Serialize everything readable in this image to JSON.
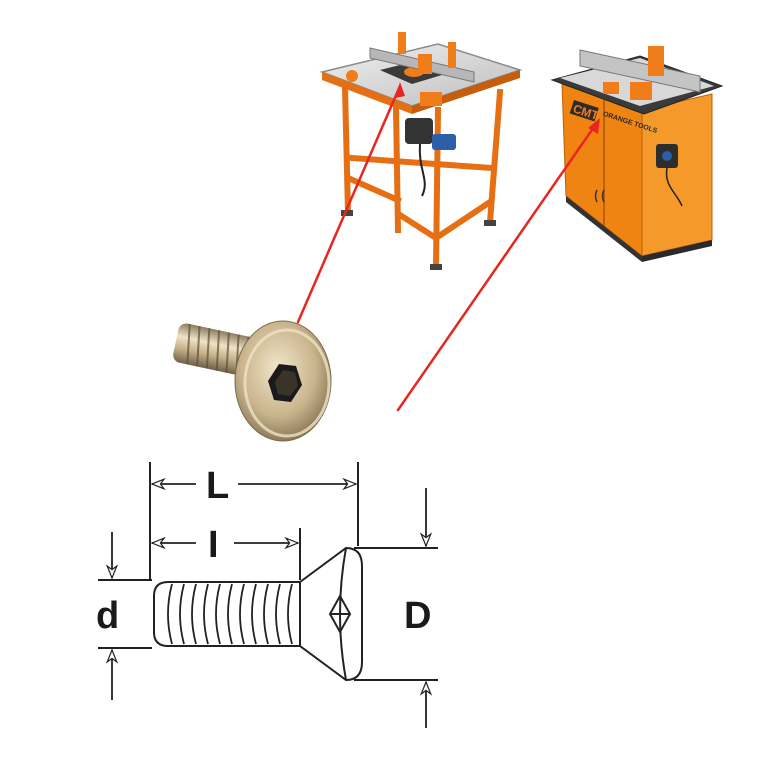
{
  "dimensions": {
    "L": "L",
    "I": "I",
    "d": "d",
    "D": "D"
  },
  "icons": {
    "router_table_open": "router-table-stand-icon",
    "router_table_cabinet": "router-table-cabinet-icon",
    "screw_photo": "countersunk-hex-screw-icon",
    "screw_drawing": "screw-technical-drawing"
  },
  "cabinet_branding": {
    "brand": "CMT",
    "line": "ORANGE TOOLS"
  },
  "colors": {
    "accent_orange": "#f07d1a",
    "pointer_red": "#e8261f",
    "outline": "#222222",
    "table_top": "#dcdcdc",
    "metal": "#c9b48c"
  }
}
